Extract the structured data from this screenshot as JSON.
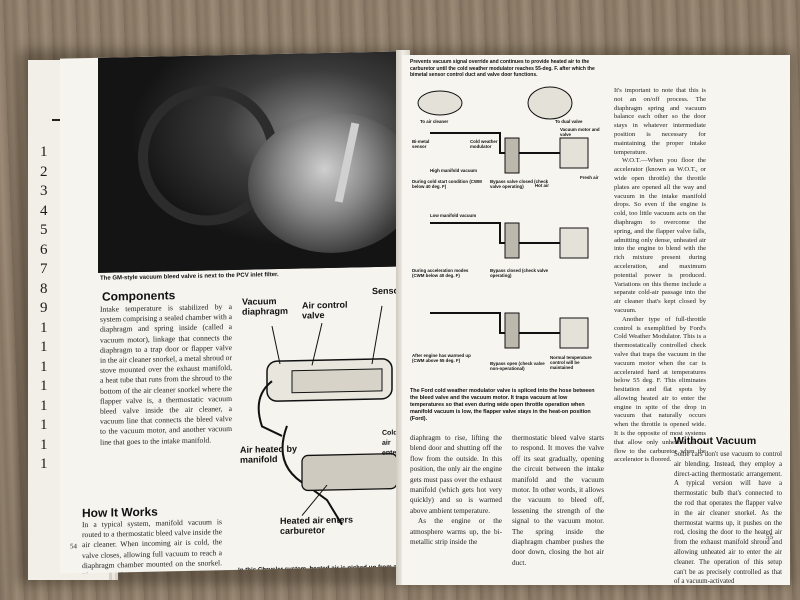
{
  "left_page": {
    "margin_numbers": [
      "1",
      "2",
      "3",
      "4",
      "5",
      "6",
      "7",
      "8",
      "9",
      "1",
      "1",
      "1",
      "1",
      "1",
      "1",
      "1",
      "1"
    ],
    "photo_caption": "The GM-style vacuum bleed valve is next to the PCV inlet filter.",
    "components_heading": "Components",
    "components_text": "Intake temperature is stabilized by a system comprising a sealed chamber with a diaphragm and spring inside (called a vacuum motor), linkage that connects the diaphragm to a trap door or flapper valve in the air cleaner snorkel, a metal shroud or stove mounted over the exhaust manifold, a heat tube that runs from the shroud to the bottom of the air cleaner snorkel where the flapper valve is, a thermostatic vacuum bleed valve inside the air cleaner, a vacuum line that connects the bleed valve to the vacuum motor, and another vacuum line that goes to the intake manifold.",
    "how_heading": "How It Works",
    "how_text": "In a typical system, manifold vacuum is routed to a thermostatic bleed valve inside the air cleaner. When incoming air is cold, the valve closes, allowing full vacuum to reach a diaphragm chamber mounted on the snorkel. This causes the",
    "diagram_labels": {
      "vacuum_diaphragm": "Vacuum diaphragm",
      "air_control_valve": "Air control valve",
      "sensor": "Sensor",
      "cold_air_enters": "Cold air enters",
      "air_heated_by_manifold": "Air heated by manifold",
      "heated_air_enters_carburetor": "Heated air enters carburetor"
    },
    "diagram_caption": "In this Chrysler system, heated air is picked up from a shroud or \"stove\" over the manifold.",
    "page_number": "54"
  },
  "right_page": {
    "figure_top_caption": "Prevents vacuum signal override and continues to provide heated air to the carburetor until the cold weather modulator reaches 55-deg. F. after which the bimetal sensor control duct and valve door functions.",
    "figure_tags": {
      "to_air_cleaner": "To air cleaner",
      "to_dual_valve": "To dual valve",
      "vacuum_motor_and_valve": "Vacuum motor and valve",
      "bimetal_sensor": "Bi-metal sensor",
      "cold_weather_modulator": "Cold weather modulator",
      "high_manifold_vacuum": "High manifold vacuum",
      "during_cold_start": "During cold start condition (CWM below 40 deg. F)",
      "bypass_valve_closed": "Bypass valve closed (check valve operating)",
      "hot_air": "Hot air",
      "fresh_air": "Fresh air",
      "low_manifold_vacuum": "Low manifold vacuum",
      "during_acceleration": "During acceleration modes (CWM below 40 deg. F)",
      "bypass_closed_2": "Bypass closed (check valve operating)",
      "after_warmed_up": "After engine has warmed up (CWM above 55 deg. F)",
      "bypass_open": "Bypass open (check valve non-operational)",
      "normal_temperature": "Normal temperature control will be maintained"
    },
    "figure_bottom_caption": "The Ford cold weather modulator valve is spliced into the hose between the bleed valve and the vacuum motor. It traps vacuum at low temperatures so that even during wide open throttle operation when manifold vacuum is low, the flapper valve stays in the heat-on position (Ford).",
    "col1_text": "diaphragm to rise, lifting the blend door and shutting off the flow from the outside. In this position, the only air the engine gets must pass over the exhaust manifold (which gets hot very quickly) and so is warmed above ambient temperature.",
    "col1_text2": "As the engine or the atmosphere warms up, the bi-metallic strip inside the",
    "col2_text": "thermostatic bleed valve starts to respond. It moves the valve off its seat gradually, opening the circuit between the intake manifold and the vacuum motor. In other words, it allows the vacuum to bleed off, lessening the strength of the signal to the vacuum motor. The spring inside the diaphragm chamber pushes the door down, closing the hot air duct.",
    "col3_text": "It's important to note that this is not an on/off process. The diaphragm spring and vacuum balance each other so the door stays in whatever intermediate position is necessary for maintaining the proper intake temperature.",
    "col3_wot": "W.O.T.—When you floor the accelerator (known as W.O.T., or wide open throttle) the throttle plates are opened all the way and vacuum in the intake manifold drops. So even if the engine is cold, too little vacuum acts on the diaphragm to overcome the spring, and the flapper valve falls, admitting only dense, unheated air into the engine to blend with the rich mixture present during acceleration, and maximum potential power is produced. Variations on this theme include a separate cold-air passage into the air cleaner that's kept closed by vacuum.",
    "col3_another": "Another type of full-throttle control is exemplified by Ford's Cold Weather Modulator. This is a thermostatically controlled check valve that traps the vacuum in the vacuum motor when the car is accelerated hard at temperatures below 55 deg. F. This eliminates hesitation and flat spots by allowing heated air to enter the engine in spite of the drop in vacuum that naturally occurs when the throttle is opened wide. It is the opposite of most systems that allow only unheated air to flow to the carburetor when the accelerator is floored.",
    "without_heading": "Without Vacuum",
    "without_text": "Some cars don't use vacuum to control air blending. Instead, they employ a direct-acting thermostatic arrangement. A typical version will have a thermostatic bulb that's connected to the rod that operates the flapper valve in the air cleaner snorkel. As the thermostat warms up, it pushes on the rod, closing the door to the heated air from the exhaust manifold shroud and allowing unheated air to enter the air cleaner. The operation of this setup can't be as precisely controlled as that of a vacuum-activated",
    "page_number": "55"
  }
}
